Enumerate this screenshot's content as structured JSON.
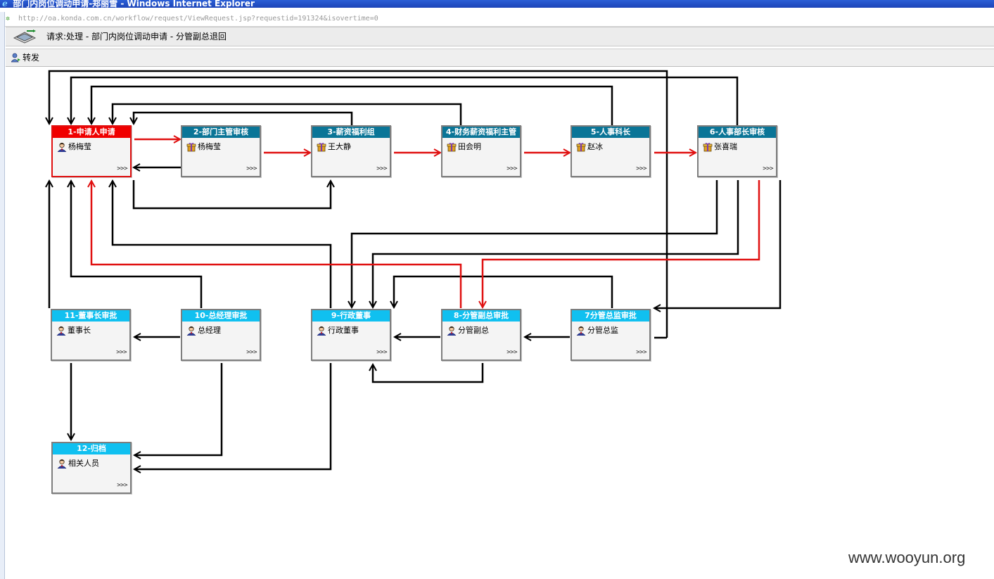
{
  "window": {
    "title": "部门内岗位调动申请-郑丽雪 - Windows Internet Explorer",
    "address_host": "http://oa.konda.com.cn",
    "address_path": "/workflow/request/ViewRequest.jsp?requestid=191324&isovertime=0"
  },
  "request_bar": {
    "text": "请求:处理 - 部门内岗位调动申请 - 分管副总退回"
  },
  "toolbar": {
    "forward_label": "转发"
  },
  "more_label": ">>>",
  "nodes": [
    {
      "id": 1,
      "title": "1-申请人申请",
      "operator": "杨梅莹",
      "style": "red",
      "selected": true,
      "icon": "person-icon"
    },
    {
      "id": 2,
      "title": "2-部门主管审核",
      "operator": "杨梅莹",
      "style": "dark",
      "icon": "gift-icon"
    },
    {
      "id": 3,
      "title": "3-薪资福利组",
      "operator": "王大静",
      "style": "dark",
      "icon": "gift-icon"
    },
    {
      "id": 4,
      "title": "4-财务薪资福利主管",
      "operator": "田会明",
      "style": "dark",
      "icon": "gift-icon"
    },
    {
      "id": 5,
      "title": "5-人事科长",
      "operator": "赵冰",
      "style": "dark",
      "icon": "gift-icon"
    },
    {
      "id": 6,
      "title": "6-人事部长审核",
      "operator": "张喜瑞",
      "style": "dark",
      "icon": "gift-icon"
    },
    {
      "id": 7,
      "title": "7分管总监审批",
      "operator": "分管总监",
      "style": "cyan",
      "icon": "person-icon"
    },
    {
      "id": 8,
      "title": "8-分管副总审批",
      "operator": "分管副总",
      "style": "cyan",
      "icon": "person-icon"
    },
    {
      "id": 9,
      "title": "9-行政董事",
      "operator": "行政董事",
      "style": "cyan",
      "icon": "person-icon"
    },
    {
      "id": 10,
      "title": "10-总经理审批",
      "operator": "总经理",
      "style": "cyan",
      "icon": "person-icon"
    },
    {
      "id": 11,
      "title": "11-董事长审批",
      "operator": "董事长",
      "style": "cyan",
      "icon": "person-icon"
    },
    {
      "id": 12,
      "title": "12-归档",
      "operator": "相关人员",
      "style": "cyan",
      "icon": "person-icon"
    }
  ],
  "colors": {
    "path_taken": "#e01010",
    "path_normal": "#000000",
    "node_header_dark": "#0a7597",
    "node_header_cyan": "#10c0f0",
    "node_header_current": "#f00000"
  },
  "watermark": "www.wooyun.org"
}
